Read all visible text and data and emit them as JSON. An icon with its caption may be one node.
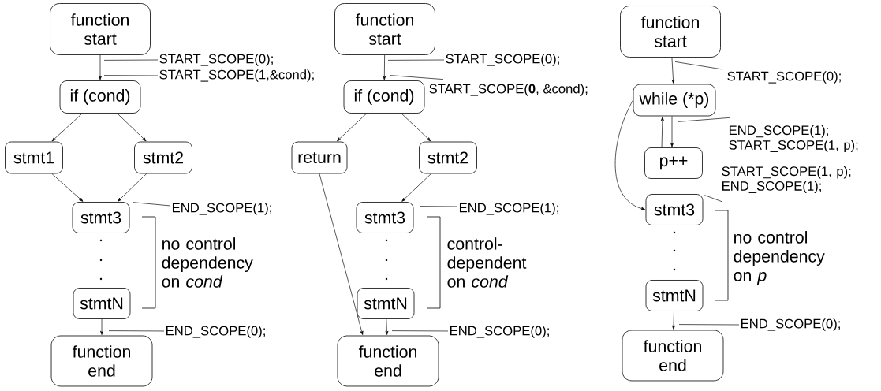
{
  "diagram": {
    "nodes": [
      {
        "text": [
          "function start"
        ]
      },
      {
        "text": [
          "START_SCOPE(0);"
        ]
      },
      {
        "text": [
          "START_SCOPE(1,&cond);"
        ]
      },
      {
        "text": [
          "if (cond)"
        ]
      },
      {
        "text": [
          "stmt1"
        ]
      },
      {
        "text": [
          "stmt2"
        ]
      },
      {
        "text": [
          "stmt3"
        ]
      },
      {
        "text": [
          "END_SCOPE(1);"
        ]
      },
      {
        "text": [
          "stmtN"
        ]
      },
      {
        "text": [
          "END_SCOPE(0);"
        ]
      },
      {
        "text": [
          "function end"
        ]
      },
      {
        "text": [
          "function start"
        ]
      },
      {
        "text": [
          "START_SCOPE(0);"
        ]
      },
      {
        "text": [
          "if (cond)"
        ]
      },
      {
        "text": [
          "START_SCOPE(**0**, &cond);"
        ]
      },
      {
        "text": [
          "return"
        ]
      },
      {
        "text": [
          "stmt2"
        ]
      },
      {
        "text": [
          "stmt3"
        ]
      },
      {
        "text": [
          "END_SCOPE(1);"
        ]
      },
      {
        "text": [
          "stmtN"
        ]
      },
      {
        "text": [
          "END_SCOPE(0);"
        ]
      },
      {
        "text": [
          "function end"
        ]
      },
      {
        "text": [
          "function start"
        ]
      },
      {
        "text": [
          "START_SCOPE(0);"
        ]
      },
      {
        "text": [
          "while (*p)"
        ]
      },
      {
        "text": [
          "END_SCOPE(1); START_SCOPE(1, p);"
        ]
      },
      {
        "text": [
          "p++"
        ]
      },
      {
        "text": [
          "START_SCOPE(1, p); END_SCOPE(1);"
        ]
      },
      {
        "text": [
          "stmt3"
        ]
      },
      {
        "text": [
          "stmtN"
        ]
      },
      {
        "text": [
          "END_SCOPE(0);"
        ]
      },
      {
        "text": [
          "function end"
        ]
      }
    ],
    "edges": [
      {
        "from": 0,
        "to": 3,
        "arrow": "to"
      },
      {
        "from": 1,
        "to": 0,
        "arrow": "none"
      },
      {
        "from": 2,
        "to": 3,
        "arrow": "none"
      },
      {
        "from": 3,
        "to": 4,
        "arrow": "to"
      },
      {
        "from": 3,
        "to": 5,
        "arrow": "to"
      },
      {
        "from": 4,
        "to": 6,
        "arrow": "to"
      },
      {
        "from": 5,
        "to": 6,
        "arrow": "to"
      },
      {
        "from": 7,
        "to": 6,
        "arrow": "none"
      },
      {
        "from": 8,
        "to": 10,
        "arrow": "to"
      },
      {
        "from": 9,
        "to": 10,
        "arrow": "none"
      },
      {
        "from": 11,
        "to": 13,
        "arrow": "to"
      },
      {
        "from": 12,
        "to": 11,
        "arrow": "none"
      },
      {
        "from": 14,
        "to": 13,
        "arrow": "none"
      },
      {
        "from": 13,
        "to": 15,
        "arrow": "to"
      },
      {
        "from": 13,
        "to": 16,
        "arrow": "to"
      },
      {
        "from": 16,
        "to": 17,
        "arrow": "to"
      },
      {
        "from": 15,
        "to": 21,
        "arrow": "to"
      },
      {
        "from": 18,
        "to": 17,
        "arrow": "none"
      },
      {
        "from": 19,
        "to": 21,
        "arrow": "to"
      },
      {
        "from": 20,
        "to": 21,
        "arrow": "none"
      },
      {
        "from": 22,
        "to": 24,
        "arrow": "to"
      },
      {
        "from": 23,
        "to": 22,
        "arrow": "none"
      },
      {
        "from": 24,
        "to": 26,
        "arrow": "to"
      },
      {
        "from": 26,
        "to": 24,
        "arrow": "to"
      },
      {
        "from": 25,
        "to": 24,
        "arrow": "none"
      },
      {
        "from": 24,
        "to": 28,
        "arrow": "to"
      },
      {
        "from": 27,
        "to": 28,
        "arrow": "none"
      },
      {
        "from": 29,
        "to": 31,
        "arrow": "to"
      },
      {
        "from": 30,
        "to": 31,
        "arrow": "none"
      }
    ],
    "labels": [
      "no control dependency on *cond*",
      "control- dependent on *cond*",
      "no control dependency on *p*"
    ]
  }
}
